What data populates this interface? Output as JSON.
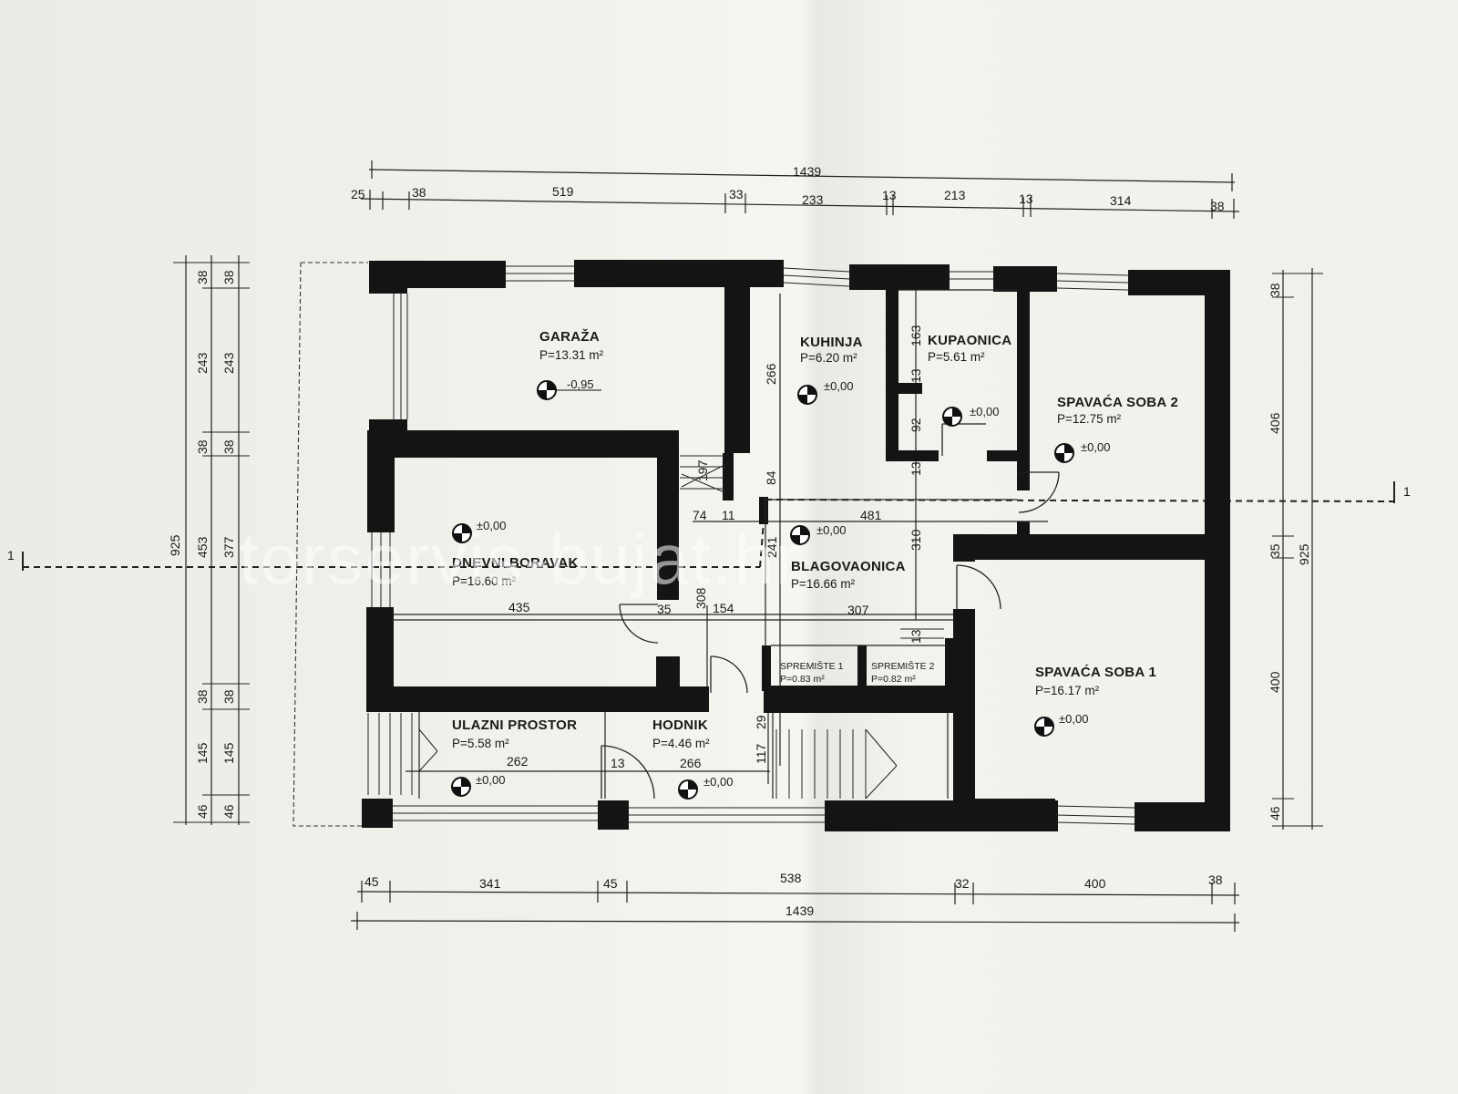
{
  "dimensions": {
    "top_total": "1439",
    "top": [
      "25",
      "38",
      "519",
      "33",
      "233",
      "13",
      "213",
      "13",
      "314",
      "38"
    ],
    "bottom": [
      "45",
      "341",
      "45",
      "538",
      "32",
      "400",
      "38"
    ],
    "bottom_total": "1439",
    "left_outer": "925",
    "left_mid": [
      "38",
      "243",
      "38",
      "453",
      "38",
      "145",
      "46"
    ],
    "left_inner": [
      "38",
      "243",
      "38",
      "377",
      "38",
      "145",
      "46"
    ],
    "right_mid": [
      "38",
      "406",
      "35",
      "400",
      "46"
    ],
    "right_outer": "925",
    "interior": {
      "d266": "266",
      "d84": "84",
      "d74": "74",
      "d11": "11",
      "d481": "481",
      "d241": "241",
      "d308": "308",
      "d154": "154",
      "d307": "307",
      "d435": "435",
      "d35": "35",
      "d163": "163",
      "d13a": "13",
      "d92": "92",
      "d13b": "13",
      "d310": "310",
      "d13c": "13",
      "d197": "197",
      "d29": "29",
      "d117": "117",
      "d262": "262",
      "d13d": "13",
      "d266b": "266"
    }
  },
  "rooms": {
    "garaza": {
      "name": "GARAŽA",
      "area": "P=13.31 m²",
      "level": "-0,95"
    },
    "kuhinja": {
      "name": "KUHINJA",
      "area": "P=6.20 m²",
      "level": "±0,00"
    },
    "kupaonica": {
      "name": "KUPAONICA",
      "area": "P=5.61 m²",
      "level": "±0,00"
    },
    "soba2": {
      "name": "SPAVAĆA SOBA 2",
      "area": "P=12.75 m²",
      "level": "±0,00"
    },
    "dnevni": {
      "name": "DNEVNI BORAVAK",
      "area": "P=16.60 m²",
      "level": "±0,00"
    },
    "blagovaonica": {
      "name": "BLAGOVAONICA",
      "area": "P=16.66 m²",
      "level": "±0,00"
    },
    "spremiste1": {
      "name": "SPREMIŠTE 1",
      "area": "P=0.83 m²"
    },
    "spremiste2": {
      "name": "SPREMIŠTE 2",
      "area": "P=0.82 m²"
    },
    "soba1": {
      "name": "SPAVAĆA SOBA 1",
      "area": "P=16.17 m²",
      "level": "±0,00"
    },
    "ulazni": {
      "name": "ULAZNI PROSTOR",
      "area": "P=5.58 m²",
      "level": "±0,00"
    },
    "hodnik": {
      "name": "HODNIK",
      "area": "P=4.46 m²",
      "level": "±0,00"
    }
  },
  "section": {
    "left": "1",
    "right": "1"
  },
  "watermark": "torservis-bujat.hr"
}
